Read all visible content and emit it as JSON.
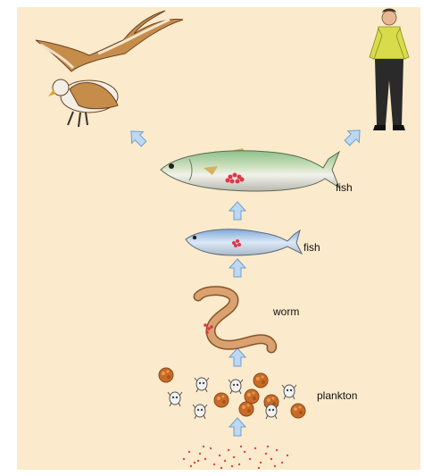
{
  "labels": {
    "fish_large": "fish",
    "fish_small": "fish",
    "worm": "worm",
    "plankton": "plankton"
  },
  "colors": {
    "background": "#fbeacb",
    "arrow_fill": "#bcd8f2",
    "arrow_stroke": "#6f9fd0",
    "particles": "#e0464a",
    "plankton_orange": "#c96a28",
    "plankton_grey": "#8a8a8a",
    "worm": "#b87838"
  },
  "icons": [
    "eagle-icon",
    "person-icon",
    "large-fish-icon",
    "small-fish-icon",
    "worm-icon",
    "plankton-icon",
    "particles-icon",
    "arrow-up-icon"
  ]
}
